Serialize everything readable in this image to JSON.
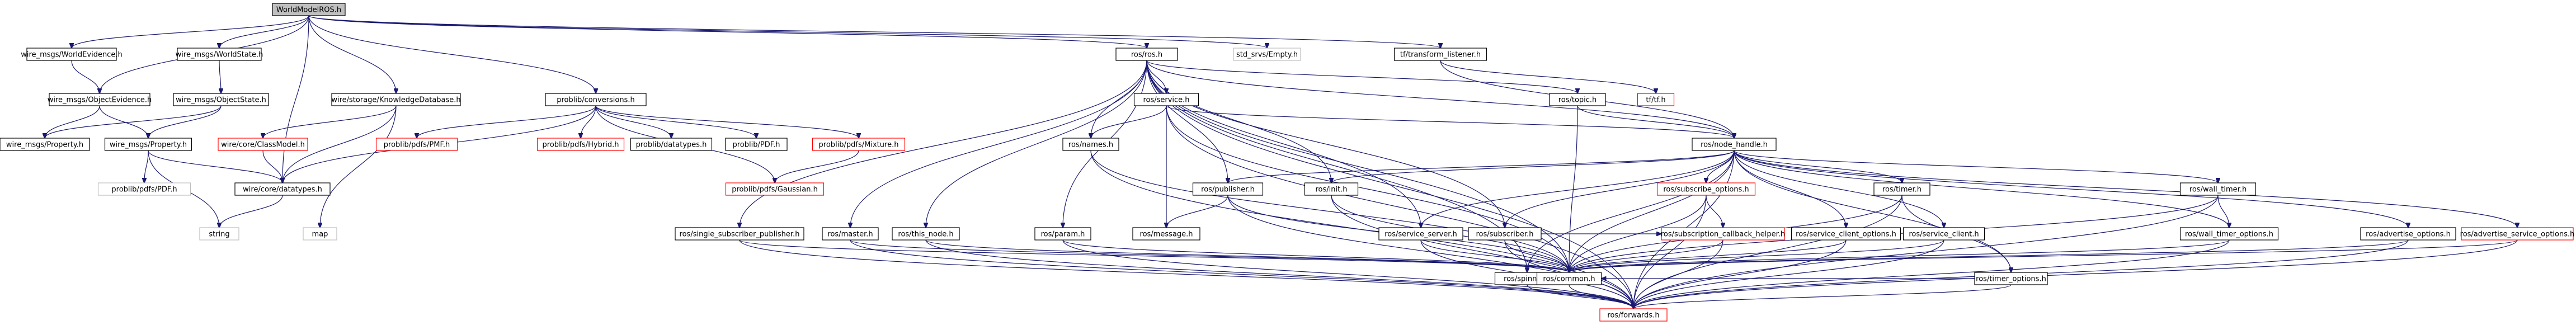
{
  "nodes": [
    {
      "id": "n0",
      "label": "WorldModelROS.h",
      "kind": "root"
    },
    {
      "id": "n1",
      "label": "wire_msgs/WorldEvidence.h",
      "kind": "normal"
    },
    {
      "id": "n2",
      "label": "wire_msgs/WorldState.h",
      "kind": "normal"
    },
    {
      "id": "n3",
      "label": "wire/storage/KnowledgeDatabase.h",
      "kind": "normal"
    },
    {
      "id": "n4",
      "label": "problib/conversions.h",
      "kind": "normal"
    },
    {
      "id": "n5",
      "label": "ros/ros.h",
      "kind": "normal"
    },
    {
      "id": "n6",
      "label": "std_srvs/Empty.h",
      "kind": "noborder"
    },
    {
      "id": "n7",
      "label": "tf/transform_listener.h",
      "kind": "normal"
    },
    {
      "id": "n8",
      "label": "wire_msgs/ObjectEvidence.h",
      "kind": "normal"
    },
    {
      "id": "n9",
      "label": "wire_msgs/ObjectState.h",
      "kind": "normal"
    },
    {
      "id": "n10",
      "label": "wire_msgs/Property.h",
      "kind": "normal"
    },
    {
      "id": "n11",
      "label": "wire_msgs/Property.h",
      "kind": "normal"
    },
    {
      "id": "n12",
      "label": "problib/pdfs/PDF.h",
      "kind": "noborder"
    },
    {
      "id": "n13",
      "label": "wire/core/ClassModel.h",
      "kind": "missing"
    },
    {
      "id": "n14",
      "label": "wire/core/datatypes.h",
      "kind": "normal"
    },
    {
      "id": "n15",
      "label": "string",
      "kind": "noborder"
    },
    {
      "id": "n16",
      "label": "map",
      "kind": "noborder"
    },
    {
      "id": "n17",
      "label": "problib/pdfs/PMF.h",
      "kind": "missing"
    },
    {
      "id": "n18",
      "label": "problib/pdfs/Hybrid.h",
      "kind": "missing"
    },
    {
      "id": "n19",
      "label": "problib/datatypes.h",
      "kind": "normal"
    },
    {
      "id": "n20",
      "label": "problib/PDF.h",
      "kind": "normal"
    },
    {
      "id": "n21",
      "label": "problib/pdfs/Mixture.h",
      "kind": "missing"
    },
    {
      "id": "n22",
      "label": "problib/pdfs/Gaussian.h",
      "kind": "missing"
    },
    {
      "id": "n23",
      "label": "ros/service.h",
      "kind": "normal"
    },
    {
      "id": "n24",
      "label": "ros/names.h",
      "kind": "normal"
    },
    {
      "id": "n25",
      "label": "ros/topic.h",
      "kind": "normal"
    },
    {
      "id": "n26",
      "label": "tf/tf.h",
      "kind": "missing"
    },
    {
      "id": "n27",
      "label": "ros/node_handle.h",
      "kind": "normal"
    },
    {
      "id": "n28",
      "label": "ros/single_subscriber_publisher.h",
      "kind": "normal"
    },
    {
      "id": "n29",
      "label": "ros/master.h",
      "kind": "normal"
    },
    {
      "id": "n30",
      "label": "ros/this_node.h",
      "kind": "normal"
    },
    {
      "id": "n31",
      "label": "ros/param.h",
      "kind": "normal"
    },
    {
      "id": "n32",
      "label": "ros/publisher.h",
      "kind": "normal"
    },
    {
      "id": "n33",
      "label": "ros/message.h",
      "kind": "normal"
    },
    {
      "id": "n34",
      "label": "ros/init.h",
      "kind": "normal"
    },
    {
      "id": "n35",
      "label": "ros/service_server.h",
      "kind": "normal"
    },
    {
      "id": "n36",
      "label": "ros/subscriber.h",
      "kind": "normal"
    },
    {
      "id": "n37",
      "label": "ros/spinner.h",
      "kind": "normal"
    },
    {
      "id": "n38",
      "label": "ros/subscribe_options.h",
      "kind": "missing"
    },
    {
      "id": "n39",
      "label": "ros/subscription_callback_helper.h",
      "kind": "missing"
    },
    {
      "id": "n40",
      "label": "ros/timer.h",
      "kind": "normal"
    },
    {
      "id": "n41",
      "label": "ros/service_client_options.h",
      "kind": "normal"
    },
    {
      "id": "n42",
      "label": "ros/service_client.h",
      "kind": "normal"
    },
    {
      "id": "n43",
      "label": "ros/timer_options.h",
      "kind": "normal"
    },
    {
      "id": "n44",
      "label": "ros/wall_timer.h",
      "kind": "normal"
    },
    {
      "id": "n45",
      "label": "ros/wall_timer_options.h",
      "kind": "normal"
    },
    {
      "id": "n46",
      "label": "ros/advertise_options.h",
      "kind": "normal"
    },
    {
      "id": "n47",
      "label": "ros/advertise_service_options.h",
      "kind": "missing"
    },
    {
      "id": "n48",
      "label": "ros/common.h",
      "kind": "normal"
    },
    {
      "id": "n49",
      "label": "ros/forwards.h",
      "kind": "missing"
    }
  ],
  "edges": [
    [
      "n0",
      "n1"
    ],
    [
      "n0",
      "n2"
    ],
    [
      "n0",
      "n3"
    ],
    [
      "n0",
      "n4"
    ],
    [
      "n0",
      "n5"
    ],
    [
      "n0",
      "n6"
    ],
    [
      "n0",
      "n7"
    ],
    [
      "n0",
      "n8"
    ],
    [
      "n0",
      "n14"
    ],
    [
      "n1",
      "n8"
    ],
    [
      "n2",
      "n9"
    ],
    [
      "n8",
      "n10"
    ],
    [
      "n8",
      "n11"
    ],
    [
      "n9",
      "n10"
    ],
    [
      "n9",
      "n11"
    ],
    [
      "n11",
      "n12"
    ],
    [
      "n11",
      "n14"
    ],
    [
      "n11",
      "n15"
    ],
    [
      "n3",
      "n13"
    ],
    [
      "n3",
      "n14"
    ],
    [
      "n3",
      "n16"
    ],
    [
      "n13",
      "n14"
    ],
    [
      "n14",
      "n15"
    ],
    [
      "n4",
      "n17"
    ],
    [
      "n4",
      "n18"
    ],
    [
      "n4",
      "n19"
    ],
    [
      "n4",
      "n20"
    ],
    [
      "n4",
      "n21"
    ],
    [
      "n4",
      "n22"
    ],
    [
      "n4",
      "n14"
    ],
    [
      "n21",
      "n22"
    ],
    [
      "n5",
      "n23"
    ],
    [
      "n5",
      "n24"
    ],
    [
      "n5",
      "n25"
    ],
    [
      "n5",
      "n27"
    ],
    [
      "n5",
      "n28"
    ],
    [
      "n5",
      "n29"
    ],
    [
      "n5",
      "n30"
    ],
    [
      "n5",
      "n31"
    ],
    [
      "n5",
      "n32"
    ],
    [
      "n5",
      "n34"
    ],
    [
      "n5",
      "n35"
    ],
    [
      "n5",
      "n36"
    ],
    [
      "n5",
      "n37"
    ],
    [
      "n5",
      "n48"
    ],
    [
      "n5",
      "n49"
    ],
    [
      "n7",
      "n26"
    ],
    [
      "n7",
      "n27"
    ],
    [
      "n23",
      "n24"
    ],
    [
      "n23",
      "n27"
    ],
    [
      "n23",
      "n33"
    ],
    [
      "n23",
      "n48"
    ],
    [
      "n23",
      "n49"
    ],
    [
      "n24",
      "n48"
    ],
    [
      "n24",
      "n49"
    ],
    [
      "n25",
      "n27"
    ],
    [
      "n25",
      "n48"
    ],
    [
      "n27",
      "n32"
    ],
    [
      "n27",
      "n34"
    ],
    [
      "n27",
      "n35"
    ],
    [
      "n27",
      "n36"
    ],
    [
      "n27",
      "n37"
    ],
    [
      "n27",
      "n38"
    ],
    [
      "n27",
      "n40"
    ],
    [
      "n27",
      "n41"
    ],
    [
      "n27",
      "n42"
    ],
    [
      "n27",
      "n43"
    ],
    [
      "n27",
      "n44"
    ],
    [
      "n27",
      "n45"
    ],
    [
      "n27",
      "n46"
    ],
    [
      "n27",
      "n47"
    ],
    [
      "n27",
      "n48"
    ],
    [
      "n27",
      "n49"
    ],
    [
      "n28",
      "n48"
    ],
    [
      "n28",
      "n49"
    ],
    [
      "n29",
      "n48"
    ],
    [
      "n29",
      "n49"
    ],
    [
      "n30",
      "n48"
    ],
    [
      "n30",
      "n49"
    ],
    [
      "n31",
      "n48"
    ],
    [
      "n31",
      "n49"
    ],
    [
      "n32",
      "n33"
    ],
    [
      "n32",
      "n48"
    ],
    [
      "n32",
      "n49"
    ],
    [
      "n34",
      "n48"
    ],
    [
      "n34",
      "n49"
    ],
    [
      "n35",
      "n48"
    ],
    [
      "n35",
      "n49"
    ],
    [
      "n36",
      "n39"
    ],
    [
      "n36",
      "n48"
    ],
    [
      "n36",
      "n49"
    ],
    [
      "n37",
      "n48"
    ],
    [
      "n37",
      "n49"
    ],
    [
      "n38",
      "n39"
    ],
    [
      "n38",
      "n48"
    ],
    [
      "n38",
      "n49"
    ],
    [
      "n39",
      "n48"
    ],
    [
      "n39",
      "n49"
    ],
    [
      "n40",
      "n43"
    ],
    [
      "n40",
      "n48"
    ],
    [
      "n40",
      "n49"
    ],
    [
      "n41",
      "n48"
    ],
    [
      "n41",
      "n49"
    ],
    [
      "n42",
      "n48"
    ],
    [
      "n42",
      "n49"
    ],
    [
      "n43",
      "n48"
    ],
    [
      "n43",
      "n49"
    ],
    [
      "n44",
      "n45"
    ],
    [
      "n44",
      "n48"
    ],
    [
      "n44",
      "n49"
    ],
    [
      "n45",
      "n48"
    ],
    [
      "n45",
      "n49"
    ],
    [
      "n46",
      "n48"
    ],
    [
      "n46",
      "n49"
    ],
    [
      "n47",
      "n48"
    ],
    [
      "n47",
      "n49"
    ],
    [
      "n48",
      "n49"
    ]
  ],
  "colors": {
    "missing_border": "#ff0000",
    "edge": "#191970",
    "root_fill": "#bfbfbf"
  }
}
